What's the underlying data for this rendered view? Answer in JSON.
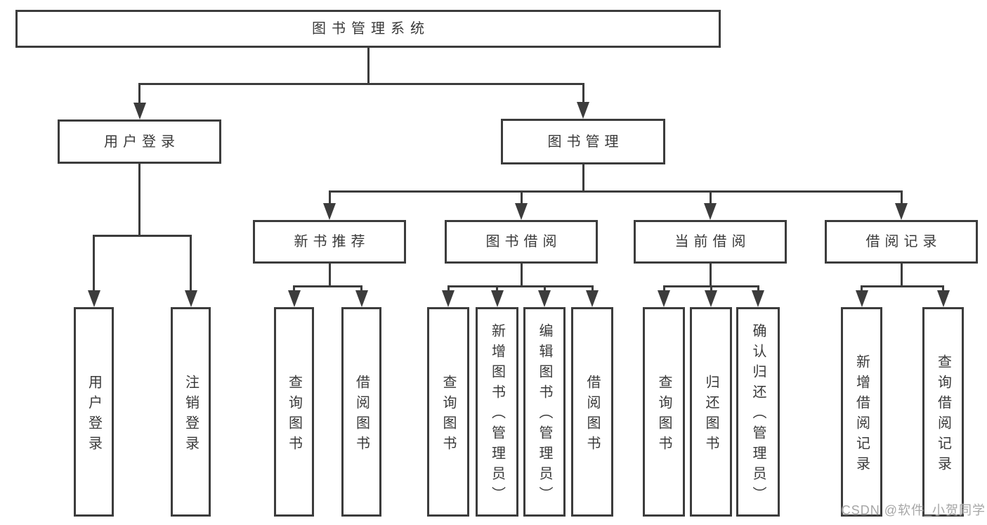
{
  "diagram": {
    "nodes": [
      {
        "id": "root",
        "label": "图书管理系统",
        "parent": null,
        "orientation": "horizontal"
      },
      {
        "id": "user-login",
        "label": "用户登录",
        "parent": "root",
        "orientation": "horizontal"
      },
      {
        "id": "book-mgmt",
        "label": "图书管理",
        "parent": "root",
        "orientation": "horizontal"
      },
      {
        "id": "new-book-rec",
        "label": "新书推荐",
        "parent": "book-mgmt",
        "orientation": "horizontal"
      },
      {
        "id": "book-borrow",
        "label": "图书借阅",
        "parent": "book-mgmt",
        "orientation": "horizontal"
      },
      {
        "id": "current-borrow",
        "label": "当前借阅",
        "parent": "book-mgmt",
        "orientation": "horizontal"
      },
      {
        "id": "borrow-records",
        "label": "借阅记录",
        "parent": "book-mgmt",
        "orientation": "horizontal"
      },
      {
        "id": "v-user-login",
        "label": "用户登录",
        "parent": "user-login",
        "orientation": "vertical"
      },
      {
        "id": "v-logout",
        "label": "注销登录",
        "parent": "user-login",
        "orientation": "vertical"
      },
      {
        "id": "v-query-book-newrec",
        "label": "查询图书",
        "parent": "new-book-rec",
        "orientation": "vertical"
      },
      {
        "id": "v-borrow-book-newrec",
        "label": "借阅图书",
        "parent": "new-book-rec",
        "orientation": "vertical"
      },
      {
        "id": "v-query-book-borrow",
        "label": "查询图书",
        "parent": "book-borrow",
        "orientation": "vertical"
      },
      {
        "id": "v-add-book",
        "label": "新增图书（管理员）",
        "parent": "book-borrow",
        "orientation": "vertical"
      },
      {
        "id": "v-edit-book",
        "label": "编辑图书（管理员）",
        "parent": "book-borrow",
        "orientation": "vertical"
      },
      {
        "id": "v-borrow-book-borrow",
        "label": "借阅图书",
        "parent": "book-borrow",
        "orientation": "vertical"
      },
      {
        "id": "v-query-book-current",
        "label": "查询图书",
        "parent": "current-borrow",
        "orientation": "vertical"
      },
      {
        "id": "v-return-book",
        "label": "归还图书",
        "parent": "current-borrow",
        "orientation": "vertical"
      },
      {
        "id": "v-confirm-return",
        "label": "确认归还（管理员）",
        "parent": "current-borrow",
        "orientation": "vertical"
      },
      {
        "id": "v-add-borrow-record",
        "label": "新增借阅记录",
        "parent": "borrow-records",
        "orientation": "vertical"
      },
      {
        "id": "v-query-borrow-record",
        "label": "查询借阅记录",
        "parent": "borrow-records",
        "orientation": "vertical"
      }
    ]
  },
  "watermark": {
    "text": "CSDN @软件_小贺同学"
  },
  "colors": {
    "line": "#3c3c3c",
    "text": "#3a3a3a",
    "background": "#ffffff",
    "watermark": "#a6a6a6"
  }
}
